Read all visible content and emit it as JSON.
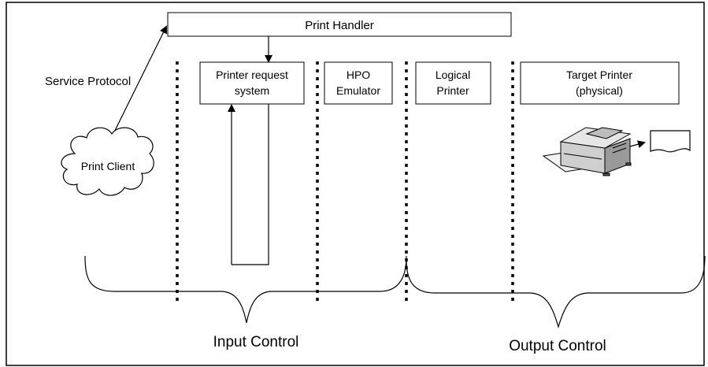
{
  "boxes": {
    "print_handler": "Print Handler",
    "printer_request_system": [
      "Printer request",
      "system"
    ],
    "hpo_emulator": [
      "HPO",
      "Emulator"
    ],
    "logical_printer": [
      "Logical",
      "Printer"
    ],
    "target_printer": [
      "Target Printer",
      "(physical)"
    ]
  },
  "labels": {
    "service_protocol": "Service Protocol",
    "print_client": "Print Client",
    "input_control": "Input Control",
    "output_control": "Output Control"
  }
}
